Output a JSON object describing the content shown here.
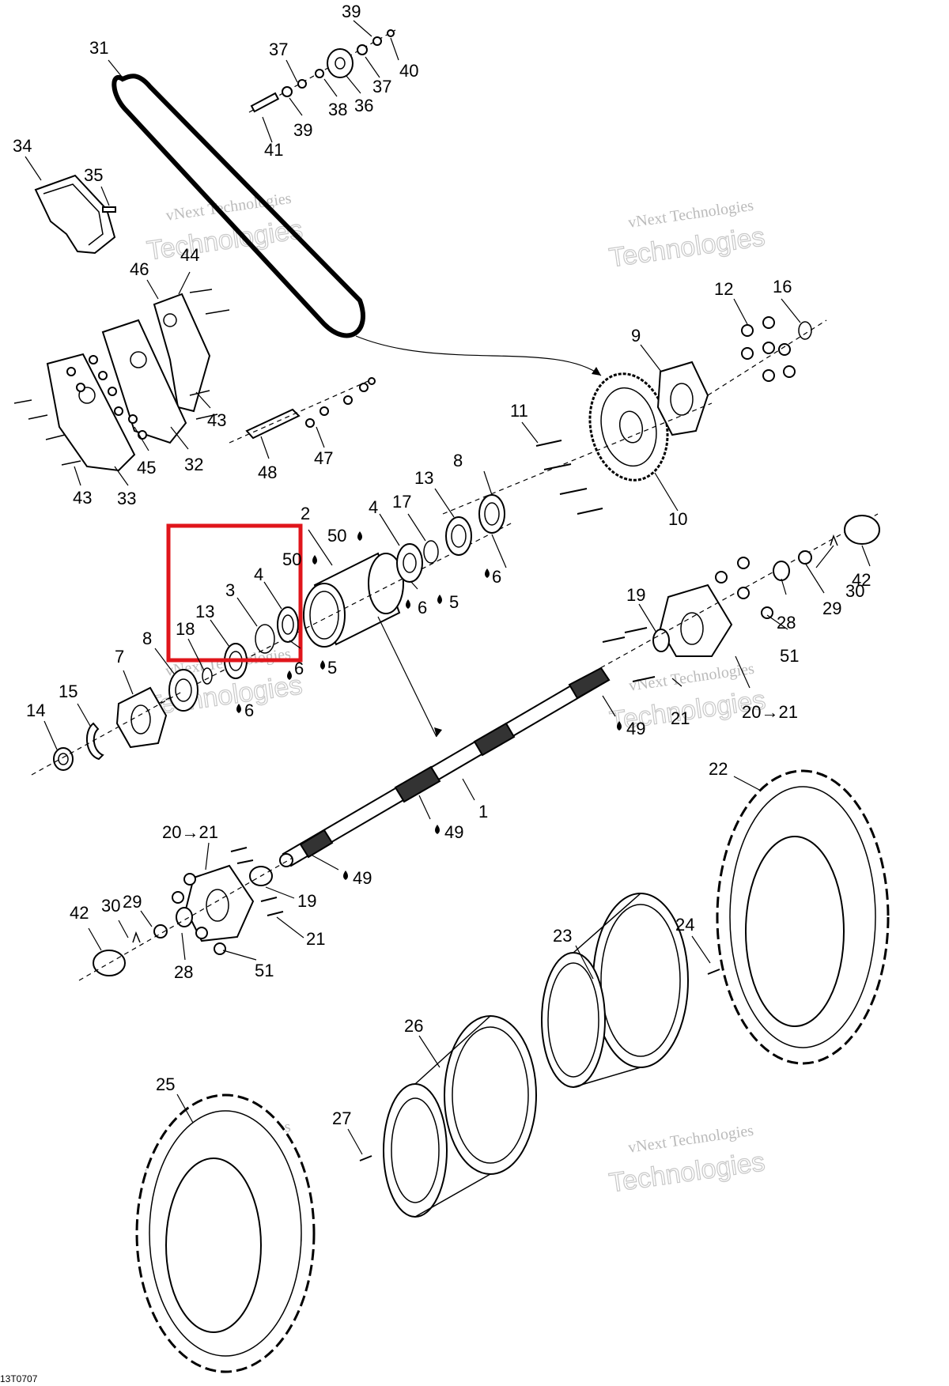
{
  "drawing_ref": "13T0707",
  "watermark": {
    "line1": "vNext Technologies",
    "line2": "Technologies"
  },
  "highlight_color": "#e0151b",
  "callouts": [
    {
      "label": "39"
    },
    {
      "label": "31"
    },
    {
      "label": "37"
    },
    {
      "label": "40"
    },
    {
      "label": "37"
    },
    {
      "label": "38"
    },
    {
      "label": "36"
    },
    {
      "label": "39"
    },
    {
      "label": "41"
    },
    {
      "label": "34"
    },
    {
      "label": "35"
    },
    {
      "label": "44"
    },
    {
      "label": "46"
    },
    {
      "label": "12"
    },
    {
      "label": "16"
    },
    {
      "label": "9"
    },
    {
      "label": "43"
    },
    {
      "label": "11"
    },
    {
      "label": "32"
    },
    {
      "label": "45"
    },
    {
      "label": "48"
    },
    {
      "label": "47"
    },
    {
      "label": "43"
    },
    {
      "label": "33"
    },
    {
      "label": "8"
    },
    {
      "label": "13"
    },
    {
      "label": "10"
    },
    {
      "label": "2"
    },
    {
      "label": "4"
    },
    {
      "label": "17"
    },
    {
      "label": "50"
    },
    {
      "label": "50"
    },
    {
      "label": "6"
    },
    {
      "label": "42"
    },
    {
      "label": "4"
    },
    {
      "label": "3"
    },
    {
      "label": "13"
    },
    {
      "label": "18"
    },
    {
      "label": "8"
    },
    {
      "label": "6"
    },
    {
      "label": "5"
    },
    {
      "label": "30"
    },
    {
      "label": "19"
    },
    {
      "label": "29"
    },
    {
      "label": "28"
    },
    {
      "label": "7"
    },
    {
      "label": "5"
    },
    {
      "label": "6"
    },
    {
      "label": "51"
    },
    {
      "label": "15"
    },
    {
      "label": "14"
    },
    {
      "label": "6"
    },
    {
      "label": "21"
    },
    {
      "label": "20→21"
    },
    {
      "label": "49"
    },
    {
      "label": "22"
    },
    {
      "label": "1"
    },
    {
      "label": "49"
    },
    {
      "label": "20→21"
    },
    {
      "label": "49"
    },
    {
      "label": "19"
    },
    {
      "label": "29"
    },
    {
      "label": "30"
    },
    {
      "label": "42"
    },
    {
      "label": "21"
    },
    {
      "label": "28"
    },
    {
      "label": "51"
    },
    {
      "label": "23"
    },
    {
      "label": "24"
    },
    {
      "label": "26"
    },
    {
      "label": "25"
    },
    {
      "label": "27"
    }
  ]
}
